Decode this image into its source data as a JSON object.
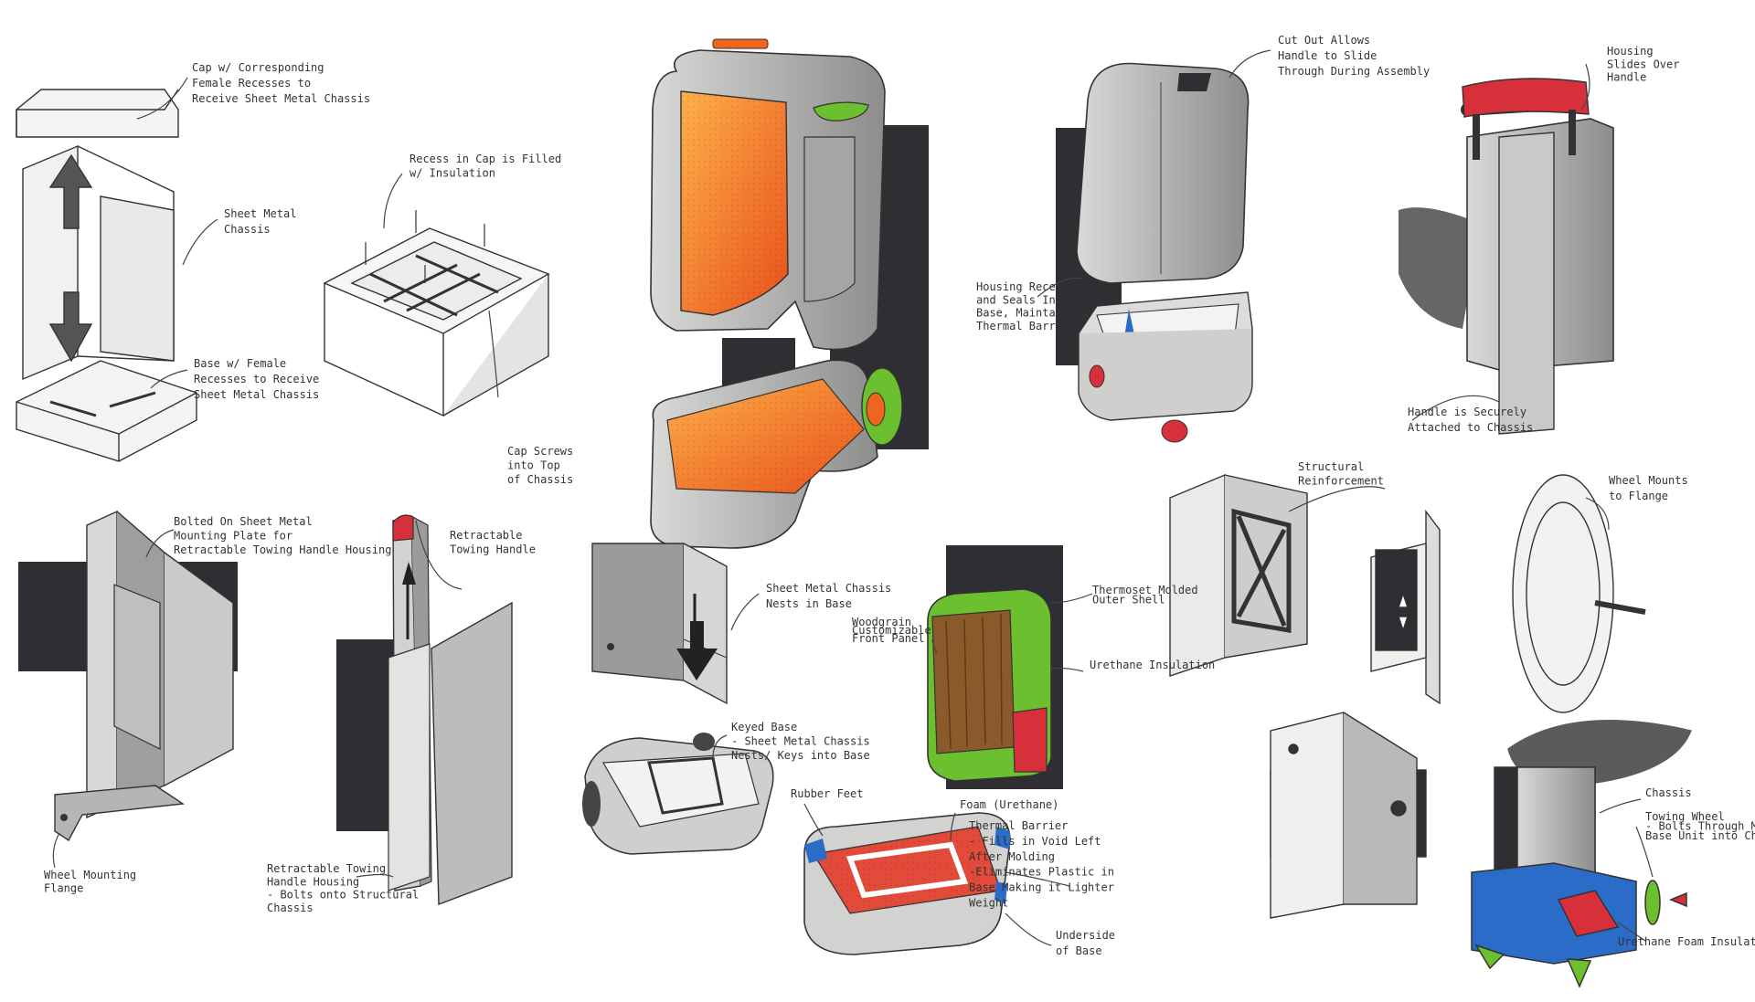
{
  "notes": {
    "cap": [
      "Cap w/ Corresponding",
      "Female Recesses to",
      "Receive Sheet Metal Chassis"
    ],
    "recess": [
      "Recess in Cap is Filled",
      "w/ Insulation"
    ],
    "sheet_metal": [
      "Sheet Metal",
      "Chassis"
    ],
    "base_female": [
      "Base w/ Female",
      "Recesses to Receive",
      "Sheet Metal Chassis"
    ],
    "cap_screws": [
      "Cap Screws",
      "into Top",
      "of Chassis"
    ],
    "cut_out": [
      "Cut Out Allows",
      "Handle to Slide",
      "Through During Assembly"
    ],
    "housing_slides": [
      "Housing",
      "Slides Over",
      "Handle"
    ],
    "housing_recesses": [
      "Housing Recesses",
      "and Seals Into",
      "Base, Maintaining",
      "Thermal Barrier"
    ],
    "handle_secure": [
      "Handle is Securely",
      "Attached to Chassis"
    ],
    "structural": [
      "Structural",
      "Reinforcement"
    ],
    "wheel_mounts": [
      "Wheel Mounts",
      "to Flange"
    ],
    "bolted_on": [
      "Bolted On Sheet Metal",
      "Mounting Plate for",
      "Retractable Towing Handle Housing"
    ],
    "retractable_handle": [
      "Retractable",
      "Towing Handle"
    ],
    "sheet_metal_nests": [
      "Sheet Metal Chassis",
      "Nests in Base"
    ],
    "thermoset": [
      "Thermoset Molded",
      "Outer Shell"
    ],
    "woodgrain": [
      "Woodgrain",
      "Customizable",
      "Front Panel"
    ],
    "urethane_insulation": [
      "Urethane Insulation"
    ],
    "wheel_flange": [
      "Wheel Mounting",
      "Flange"
    ],
    "handle_housing": [
      "Retractable Towing",
      "Handle Housing",
      "- Bolts onto Structural",
      "Chassis"
    ],
    "keyed_base": [
      "Keyed Base",
      "- Sheet Metal Chassis",
      "Nests/ Keys into Base"
    ],
    "rubber_feet": [
      "Rubber Feet"
    ],
    "foam": [
      "Foam (Urethane)"
    ],
    "thermal_barrier": [
      "Thermal Barrier",
      "- Fills in Void Left",
      "After Molding",
      "-Eliminates Plastic in",
      "Base Making it Lighter",
      "Weight"
    ],
    "underside": [
      "Underside",
      "of Base"
    ],
    "chassis": [
      "Chassis"
    ],
    "towing_wheel": [
      "Towing Wheel",
      "- Bolts Through Molded",
      "Base Unit into Chassis"
    ],
    "urethane_foam": [
      "Urethane Foam Insulation"
    ]
  },
  "colors": {
    "orange": "#f0641e",
    "green": "#6cc030",
    "red": "#d8303a",
    "blue": "#2a6cc8",
    "gray": "#b8b8b6",
    "dark": "#2e2e33",
    "ink": "#333333"
  }
}
